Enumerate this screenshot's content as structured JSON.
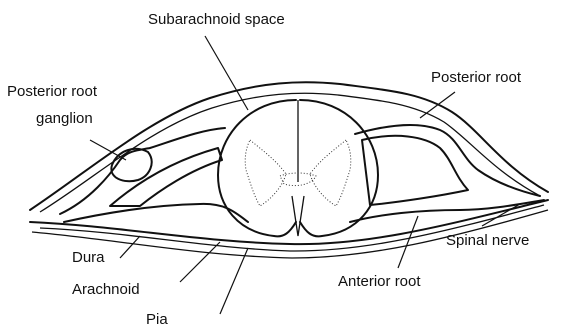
{
  "labels": {
    "subarachnoid_space": "Subarachnoid space",
    "posterior_root_ganglion_line1": "Posterior root",
    "posterior_root_ganglion_line2": "ganglion",
    "posterior_root": "Posterior root",
    "spinal_nerve": "Spinal nerve",
    "dura": "Dura",
    "arachnoid": "Arachnoid",
    "pia": "Pia",
    "anterior_root": "Anterior root"
  }
}
